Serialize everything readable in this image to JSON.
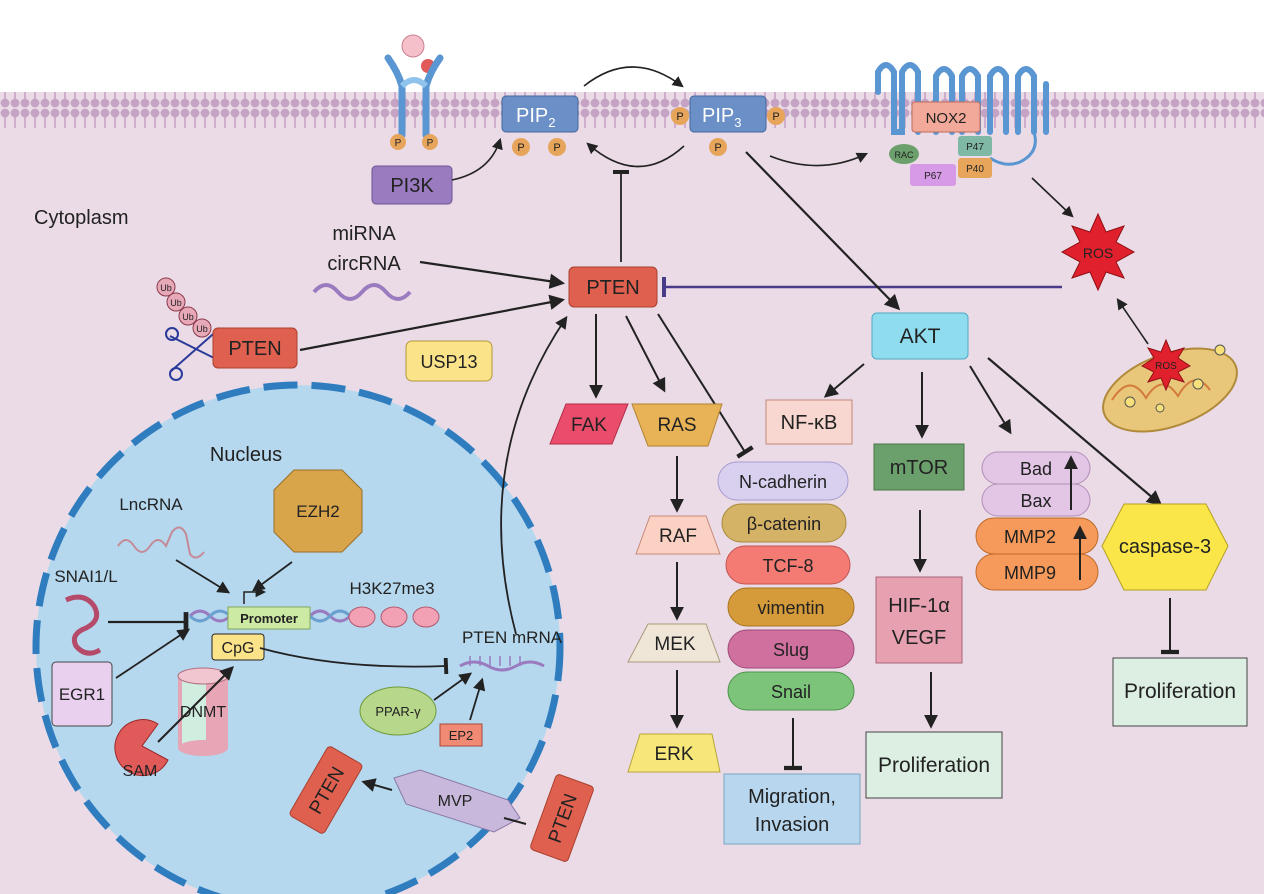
{
  "colors": {
    "cytoplasm": "#eadbe6",
    "membrane": "#c5a3c4",
    "nucleus": "#b5d8ee",
    "nucleus_border": "#2f7dbf",
    "pten": "#e0604f",
    "pi3k": "#9a7bbf",
    "pip": "#6b8fc7",
    "akt": "#8fdcee",
    "inhibit_line": "#4a3a8a",
    "ros": "#e0202c",
    "emt": [
      "#d8d0ee",
      "#d4b266",
      "#f47a74",
      "#d59b3a",
      "#cf709f",
      "#7cc47a"
    ]
  },
  "labels": {
    "cytoplasm": "Cytoplasm",
    "nucleus": "Nucleus",
    "pip2": "PIP",
    "pip2_sub": "2",
    "pip3": "PIP",
    "pip3_sub": "3",
    "p": "P",
    "pi3k": "PI3K",
    "nox2": "NOX2",
    "rac": "RAC",
    "p47": "P47",
    "p40": "P40",
    "p67": "P67",
    "ros": "ROS",
    "ros_small": "ROS",
    "mirna": "miRNA",
    "circrna": "circRNA",
    "pten_center": "PTEN",
    "pten_ub": "PTEN",
    "ub": "Ub",
    "usp13": "USP13",
    "akt": "AKT",
    "fak": "FAK",
    "ras": "RAS",
    "raf": "RAF",
    "mek": "MEK",
    "erk": "ERK",
    "nfkb": "NF-κB",
    "mtor": "mTOR",
    "hif1a": "HIF-1α",
    "vegf": "VEGF",
    "bad": "Bad",
    "bax": "Bax",
    "mmp2": "MMP2",
    "mmp9": "MMP9",
    "caspase3": "caspase-3",
    "emt": [
      "N-cadherin",
      "β-catenin",
      "TCF-8",
      "vimentin",
      "Slug",
      "Snail"
    ],
    "migration": "Migration,",
    "invasion": "Invasion",
    "proliferation1": "Proliferation",
    "proliferation2": "Proliferation",
    "lncrna": "LncRNA",
    "ezh2": "EZH2",
    "snai": "SNAI1/L",
    "h3k27": "H3K27me3",
    "promoter": "Promoter",
    "cpg": "CpG",
    "pten_mrna": "PTEN mRNA",
    "egr1": "EGR1",
    "dnmt": "DNMT",
    "sam": "SAM",
    "ppar": "PPAR-γ",
    "ep2": "EP2",
    "pten_nuc": "PTEN",
    "mvp": "MVP",
    "pten_bottom": "PTEN"
  }
}
